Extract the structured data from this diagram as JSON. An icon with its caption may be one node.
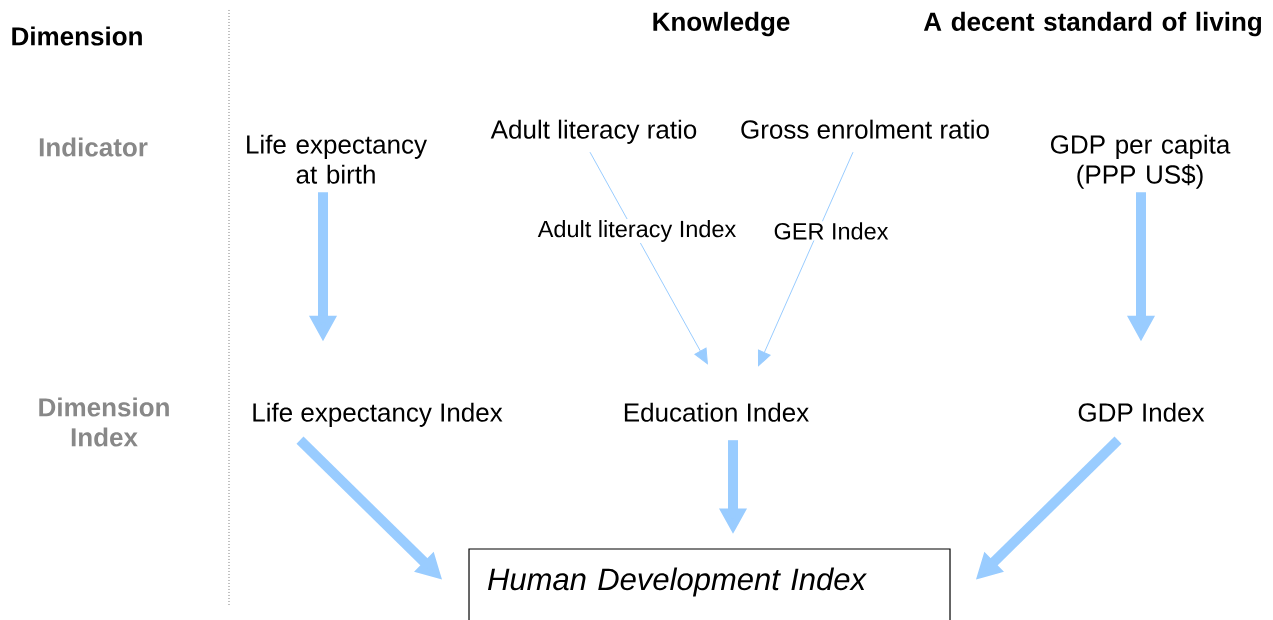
{
  "diagram": {
    "nodes": [
      {
        "text": [
          "Life expectancy at birth"
        ]
      },
      {
        "text": [
          "Adult literacy ratio"
        ]
      },
      {
        "text": [
          "Gross enrolment ratio"
        ]
      },
      {
        "text": [
          "GDP per capita (PPP US$)"
        ]
      },
      {
        "text": [
          "Life expectancy Index"
        ]
      },
      {
        "text": [
          "Education Index"
        ]
      },
      {
        "text": [
          "GDP Index"
        ]
      },
      {
        "text": [
          "Human Development Index"
        ]
      }
    ],
    "edges": [
      {
        "from": 0,
        "to": 4,
        "arrow": "to"
      },
      {
        "from": 1,
        "to": 5,
        "arrow": "to",
        "label": "Adult literacy Index"
      },
      {
        "from": 2,
        "to": 5,
        "arrow": "to",
        "label": "GER Index"
      },
      {
        "from": 3,
        "to": 6,
        "arrow": "to"
      },
      {
        "from": 4,
        "to": 7,
        "arrow": "to"
      },
      {
        "from": 5,
        "to": 7,
        "arrow": "to"
      },
      {
        "from": 6,
        "to": 7,
        "arrow": "to"
      }
    ],
    "labels": [
      "Dimension",
      "Knowledge",
      "A decent standard of living",
      "Indicator",
      "Dimension Index"
    ]
  }
}
